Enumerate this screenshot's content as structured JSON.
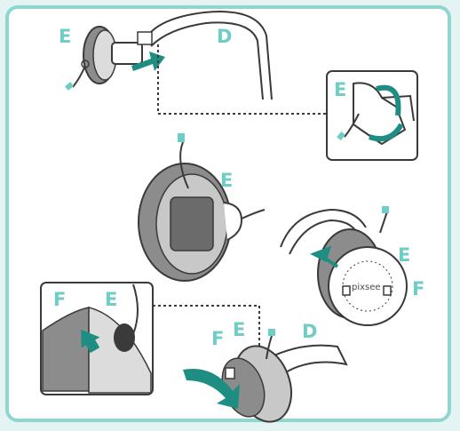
{
  "labels": {
    "part_E": "E",
    "part_D": "D",
    "part_F": "F"
  },
  "brand_text": "pixsee",
  "colors": {
    "accent": "#6fcdc4",
    "arrow": "#1f8e82",
    "outline": "#3a3a3a",
    "gray_fill": "#8c8c8c",
    "light_gray": "#dcdcdc",
    "frame_border": "#8fd6cf",
    "background": "#e4f4f2"
  },
  "icons": [
    "camera-cable-icon",
    "rotate-arrows-icon",
    "down-arrow-icon",
    "curved-arrow-icon"
  ]
}
